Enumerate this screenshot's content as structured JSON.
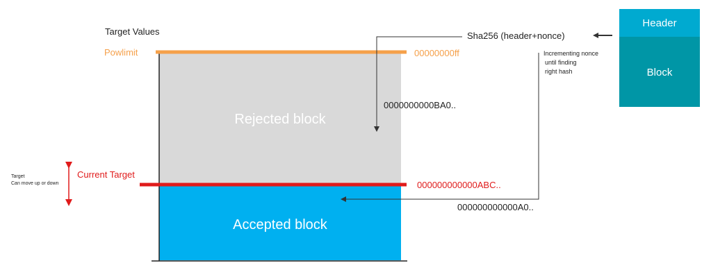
{
  "colors": {
    "powlimit": "#f5a04a",
    "current_target": "#e01b1b",
    "rejected_fill": "#d9d9d9",
    "accepted_fill": "#00b0f0",
    "header_fill": "#00aad0",
    "block_fill": "#0096a6",
    "arrow": "#333333",
    "axis": "#222222",
    "text_dark": "#222222",
    "text_white": "#ffffff"
  },
  "axis": {
    "y_label": "Target Values"
  },
  "levels": {
    "powlimit": {
      "label": "Powlimit",
      "value": "00000000ff"
    },
    "current_target": {
      "label": "Current Target",
      "value": "000000000000ABC.."
    }
  },
  "regions": {
    "rejected": "Rejected block",
    "accepted": "Accepted block"
  },
  "target_note": {
    "line1": "Target",
    "line2": "Can move up or down"
  },
  "block_box": {
    "header": "Header",
    "block": "Block"
  },
  "hash": {
    "function_label": "Sha256 (header+nonce)",
    "nonce_note": [
      "Incrementing nonce",
      "until finding",
      "right hash"
    ],
    "rejected_hash": "0000000000BA0..",
    "accepted_hash": "000000000000A0.."
  }
}
